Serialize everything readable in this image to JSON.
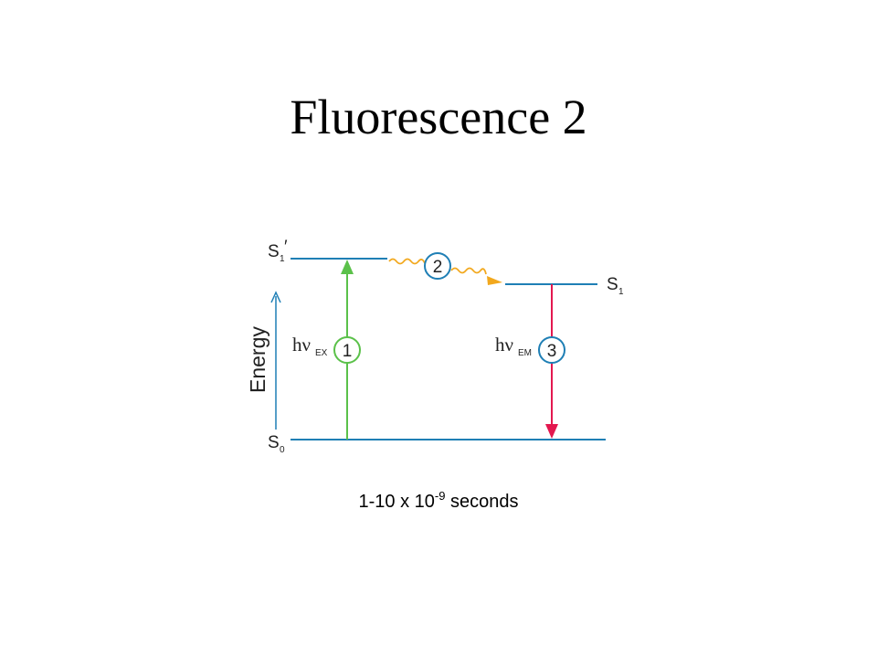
{
  "title": "Fluorescence 2",
  "diagram": {
    "levels": {
      "s1_prime": {
        "main": "S",
        "sub": "1",
        "prime": "′"
      },
      "s1": {
        "main": "S",
        "sub": "1"
      },
      "s0": {
        "main": "S",
        "sub": "0"
      }
    },
    "axis_label": "Energy",
    "steps": [
      {
        "number": "1",
        "label": "hν",
        "sub": "EX"
      },
      {
        "number": "2"
      },
      {
        "number": "3",
        "label": "hν",
        "sub": "EM"
      }
    ]
  },
  "caption": {
    "prefix": "1-10 x 10",
    "exponent": "-9",
    "suffix": " seconds"
  },
  "colors": {
    "level_line": "#1f7fb5",
    "excitation": "#5bc14a",
    "relaxation": "#f2a81d",
    "emission": "#e3184f",
    "circle_2_3": "#1f7fb5"
  }
}
